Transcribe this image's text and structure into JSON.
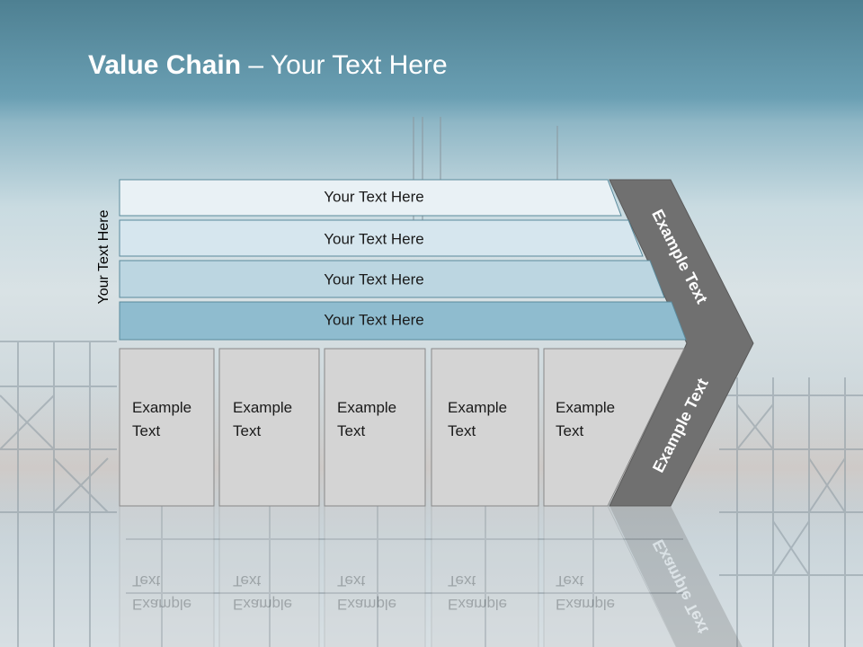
{
  "title": {
    "bold": "Value Chain",
    "rest": " – Your Text Here"
  },
  "side_label": "Your Text Here",
  "bands": [
    {
      "label": "Your Text Here"
    },
    {
      "label": "Your Text Here"
    },
    {
      "label": "Your Text Here"
    },
    {
      "label": "Your Text Here"
    }
  ],
  "boxes": [
    {
      "line1": "Example",
      "line2": "Text"
    },
    {
      "line1": "Example",
      "line2": "Text"
    },
    {
      "line1": "Example",
      "line2": "Text"
    },
    {
      "line1": "Example",
      "line2": "Text"
    },
    {
      "line1": "Example",
      "line2": "Text"
    }
  ],
  "arrow": {
    "top_label": "Example Text",
    "bottom_label": "Example Text"
  },
  "colors": {
    "band_fills": [
      "#e9f1f5",
      "#d6e6ee",
      "#bcd6e1",
      "#8fbccf"
    ],
    "band_stroke": "#5a8a9c",
    "box_fill": "#d4d4d4",
    "box_stroke": "#888888",
    "arrow_fill": "#707070",
    "arrow_stroke": "#5a5a5a"
  }
}
